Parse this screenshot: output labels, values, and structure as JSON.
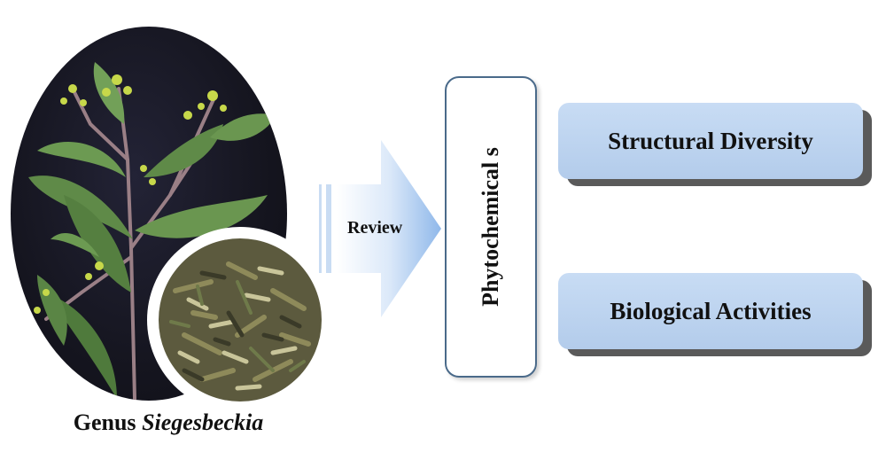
{
  "plant": {
    "genus_prefix": "Genus",
    "genus_name": "Siegesbeckia"
  },
  "arrow": {
    "label": "Review"
  },
  "center_box": {
    "label": "Phytochemical s"
  },
  "topics": [
    {
      "label": "Structural Diversity"
    },
    {
      "label": "Biological Activities"
    }
  ],
  "colors": {
    "topic_fill": "#b9d1ee",
    "topic_shadow": "#5a5a5a",
    "arrow_fill": "#9cc0ec",
    "box_border": "#4a6a8a"
  }
}
